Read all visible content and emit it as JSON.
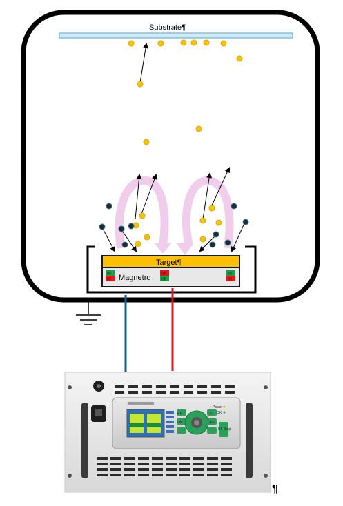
{
  "labels": {
    "substrate": "Substrate¶",
    "target": "Target¶",
    "magnetron": "Magnetro"
  },
  "magnet_poles": {
    "left_top": "N¶",
    "left_bottom": "N¶",
    "middle_top": "S¶",
    "middle_bottom": "S¶",
    "right_top": "N¶",
    "right_bottom": "S¶"
  },
  "power_supply": {
    "power_label": "Power",
    "ok_label": "OK",
    "button_labels": [
      "RF",
      "ON",
      "DC",
      "OFF"
    ],
    "rf_stop_label": "RF Stop"
  },
  "footer_mark": "¶",
  "colors": {
    "chamber": "#000000",
    "substrate_fill": "#cfe9f7",
    "substrate_edge": "#7fc3e6",
    "atom": "#f5c400",
    "ion": "#12303f",
    "plasma_arc": "#f0cdeb",
    "target_fill": "#ffc000",
    "magnetron_fill": "#e8e8e8",
    "pole_red": "#e8151a",
    "pole_green": "#19a145",
    "cable_blue": "#1d5c85",
    "cable_red": "#d71920"
  }
}
